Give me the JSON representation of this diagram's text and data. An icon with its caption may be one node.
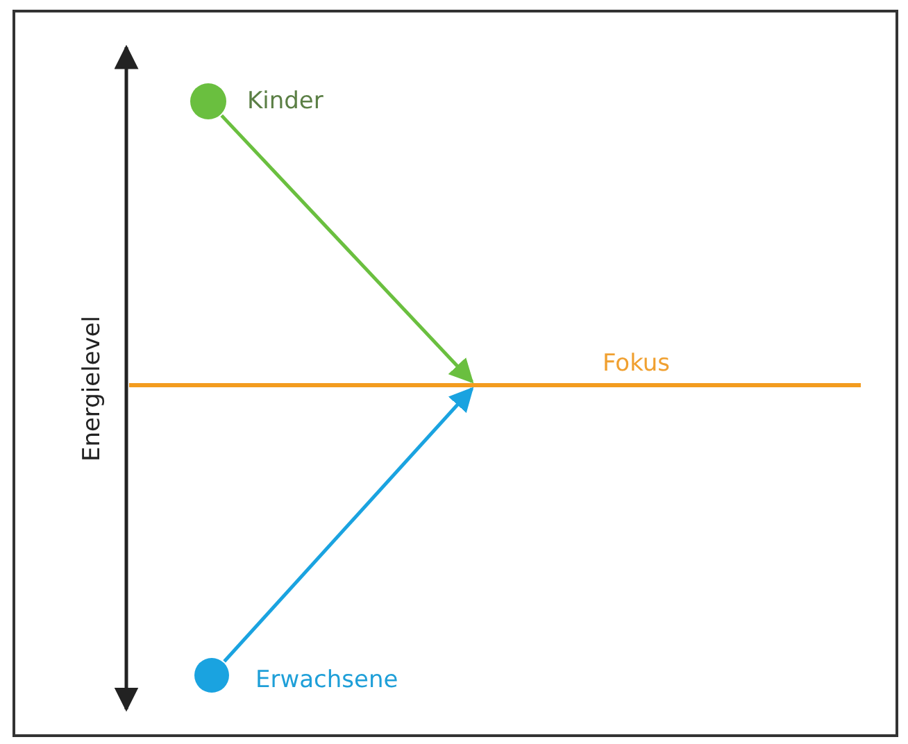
{
  "diagram": {
    "nodes": [
      {
        "text": [],
        "shape": "circle",
        "beside": [
          "Kinder"
        ]
      },
      {
        "text": [],
        "shape": "bar",
        "beside": [
          "Fokus"
        ]
      },
      {
        "text": [],
        "shape": "circle",
        "beside": [
          "Erwachsene"
        ]
      }
    ],
    "edges": [
      {
        "from": 0,
        "to": 1,
        "arrow": "to",
        "color": "#6abf3f"
      },
      {
        "from": 2,
        "to": 1,
        "arrow": "to",
        "color": "#1aa3e0"
      }
    ],
    "labels": [
      "Energielevel"
    ]
  }
}
